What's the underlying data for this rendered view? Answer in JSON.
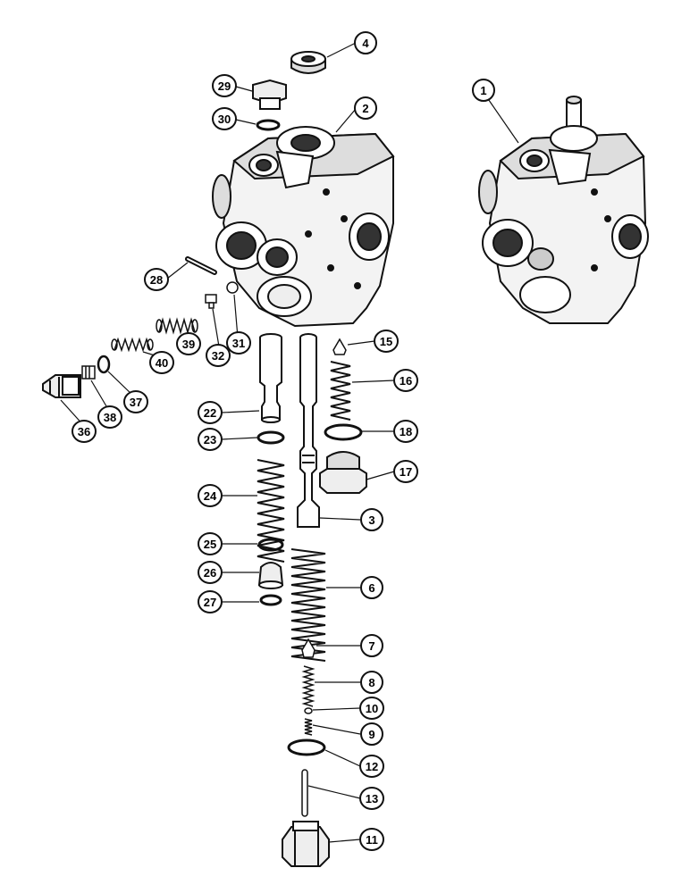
{
  "callouts": [
    {
      "id": "c1",
      "label": "1"
    },
    {
      "id": "c2",
      "label": "2"
    },
    {
      "id": "c3",
      "label": "3"
    },
    {
      "id": "c4",
      "label": "4"
    },
    {
      "id": "c6",
      "label": "6"
    },
    {
      "id": "c7",
      "label": "7"
    },
    {
      "id": "c8",
      "label": "8"
    },
    {
      "id": "c9",
      "label": "9"
    },
    {
      "id": "c10",
      "label": "10"
    },
    {
      "id": "c11",
      "label": "11"
    },
    {
      "id": "c12",
      "label": "12"
    },
    {
      "id": "c13",
      "label": "13"
    },
    {
      "id": "c15",
      "label": "15"
    },
    {
      "id": "c16",
      "label": "16"
    },
    {
      "id": "c17",
      "label": "17"
    },
    {
      "id": "c18",
      "label": "18"
    },
    {
      "id": "c22",
      "label": "22"
    },
    {
      "id": "c23",
      "label": "23"
    },
    {
      "id": "c24",
      "label": "24"
    },
    {
      "id": "c25",
      "label": "25"
    },
    {
      "id": "c26",
      "label": "26"
    },
    {
      "id": "c27",
      "label": "27"
    },
    {
      "id": "c28",
      "label": "28"
    },
    {
      "id": "c29",
      "label": "29"
    },
    {
      "id": "c30",
      "label": "30"
    },
    {
      "id": "c31",
      "label": "31"
    },
    {
      "id": "c32",
      "label": "32"
    },
    {
      "id": "c36",
      "label": "36"
    },
    {
      "id": "c37",
      "label": "37"
    },
    {
      "id": "c38",
      "label": "38"
    },
    {
      "id": "c39",
      "label": "39"
    },
    {
      "id": "c40",
      "label": "40"
    }
  ]
}
